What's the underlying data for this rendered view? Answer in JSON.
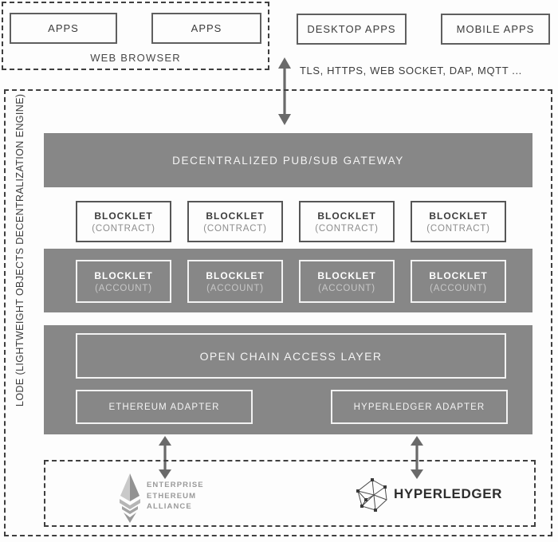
{
  "top": {
    "web_browser_label": "WEB BROWSER",
    "apps_left": "APPS",
    "apps_right": "APPS",
    "desktop_apps": "DESKTOP APPS",
    "mobile_apps": "MOBILE APPS",
    "protocols": "TLS, HTTPS, WEB SOCKET, DAP, MQTT ..."
  },
  "lode": {
    "side_label": "LODE (LIGHTWEIGHT OBJECTS DECENTRALIZATION ENGINE)",
    "gateway_title": "DECENTRALIZED PUB/SUB GATEWAY",
    "contract_blocklets": [
      {
        "title": "BLOCKLET",
        "subtitle": "(CONTRACT)"
      },
      {
        "title": "BLOCKLET",
        "subtitle": "(CONTRACT)"
      },
      {
        "title": "BLOCKLET",
        "subtitle": "(CONTRACT)"
      },
      {
        "title": "BLOCKLET",
        "subtitle": "(CONTRACT)"
      }
    ],
    "account_blocklets": [
      {
        "title": "BLOCKLET",
        "subtitle": "(ACCOUNT)"
      },
      {
        "title": "BLOCKLET",
        "subtitle": "(ACCOUNT)"
      },
      {
        "title": "BLOCKLET",
        "subtitle": "(ACCOUNT)"
      },
      {
        "title": "BLOCKLET",
        "subtitle": "(ACCOUNT)"
      }
    ],
    "access_layer_title": "OPEN CHAIN ACCESS LAYER",
    "ethereum_adapter": "ETHEREUM ADAPTER",
    "hyperledger_adapter": "HYPERLEDGER ADAPTER"
  },
  "bottom": {
    "eea_line1": "ENTERPRISE",
    "eea_line2": "ETHEREUM",
    "eea_line3": "ALLIANCE",
    "hyperledger_label": "HYPERLEDGER"
  },
  "colors": {
    "bar_gray": "#878787",
    "dashed_border": "#3f3f3f",
    "arrow_gray": "#6a6a6a",
    "dark_text": "#3c3c3c"
  }
}
